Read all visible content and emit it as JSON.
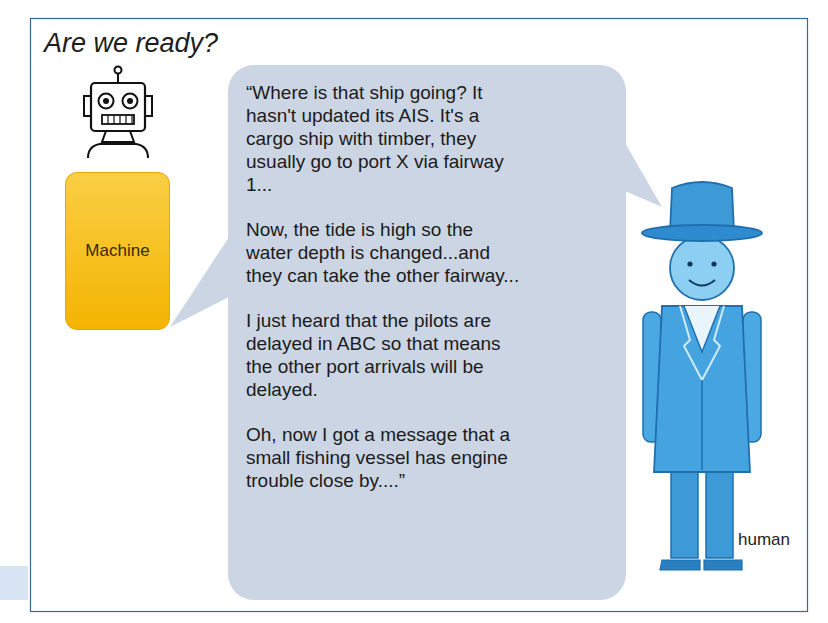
{
  "diagram": {
    "title": "Are we ready?",
    "nodes": [
      {
        "text": [
          "Machine"
        ]
      },
      {
        "text": [
          "“Where is that ship going? It hasn't updated its AIS. It's a cargo ship with timber, they usually go to port X via fairway 1...",
          "Now, the tide is high so the water depth is changed...and they can take the other fairway...",
          "I just heard that the pilots are delayed in ABC so that means the other port arrivals will be delayed.",
          "Oh, now I got a message that a small fishing vessel has engine trouble close by....”"
        ]
      }
    ],
    "edges": [],
    "labels": [
      "human"
    ]
  }
}
